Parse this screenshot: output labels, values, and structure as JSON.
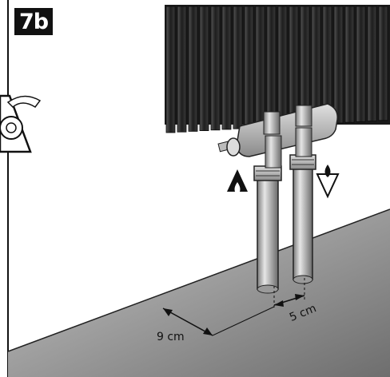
{
  "step": {
    "label": "7b"
  },
  "dimensions": {
    "floor_to_pipe": "9 cm",
    "pipe_spacing": "5 cm"
  },
  "icons": {
    "warning": "installation-warning-triangle-icon",
    "flow": "flow-arrow-icon",
    "return": "return-arrow-icon"
  },
  "colors": {
    "radiator": "#2a2a2a",
    "pipe": "#b0b0b0",
    "floor": "#9a9a9a",
    "badge": "#111111"
  }
}
